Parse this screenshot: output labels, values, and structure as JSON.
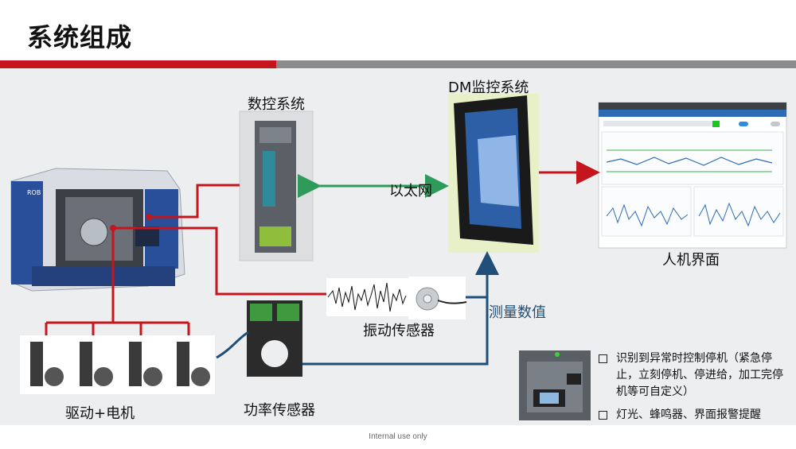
{
  "title": "系统组成",
  "labels": {
    "cnc": "数控系统",
    "dm": "DM监控系统",
    "ethernet": "以太网",
    "hmi": "人机界面",
    "vibration": "振动传感器",
    "measure": "测量数值",
    "drive": "驱动+电机",
    "power": "功率传感器"
  },
  "notes": [
    "识别到异常时控制停机（紧急停止，立刻停机、停进给，加工完停机等可自定义）",
    "灯光、蜂鸣器、界面报警提醒"
  ],
  "footer": "Internal use only",
  "colors": {
    "accent_red": "#c4161c",
    "ethernet_green": "#2e9b5a",
    "data_blue": "#1f4e79"
  }
}
